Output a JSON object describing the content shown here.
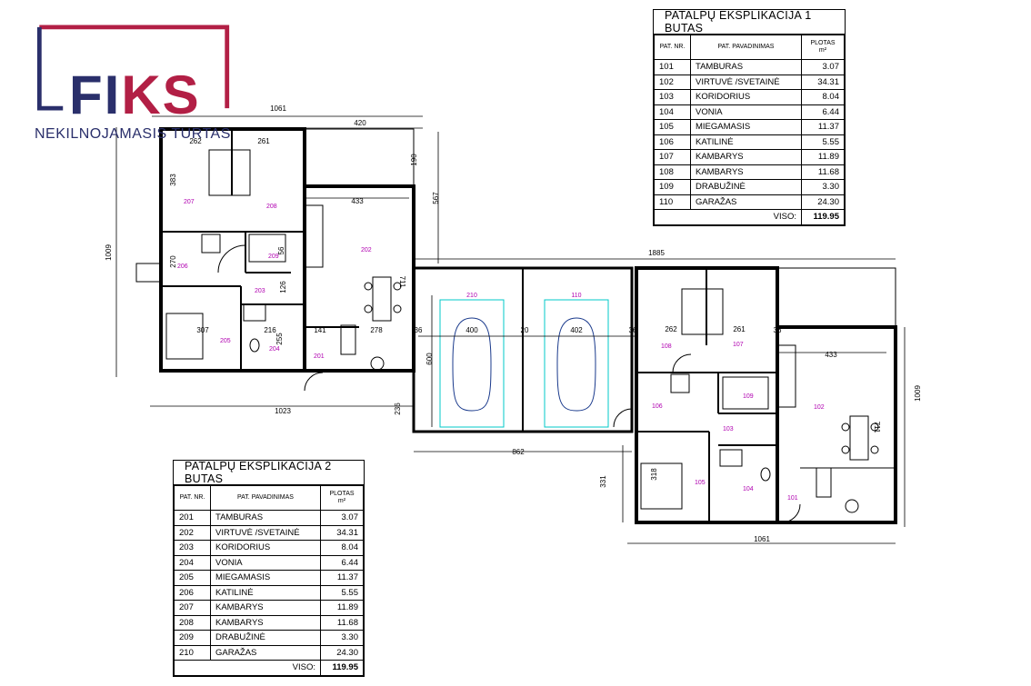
{
  "logo": {
    "brand": "FIKS",
    "subtitle": "NEKILNOJAMASIS TURTAS",
    "colors": {
      "primary": "#2a2f6b",
      "accent": "#b21f45"
    }
  },
  "table1": {
    "title": "PATALPŲ   EKSPLIKACIJA 1 BUTAS",
    "headers": [
      "PAT. NR.",
      "PAT. PAVADINIMAS",
      "PLOTAS m²"
    ],
    "rows": [
      [
        "101",
        "TAMBURAS",
        "3.07"
      ],
      [
        "102",
        "VIRTUVĖ /SVETAINĖ",
        "34.31"
      ],
      [
        "103",
        "KORIDORIUS",
        "8.04"
      ],
      [
        "104",
        "VONIA",
        "6.44"
      ],
      [
        "105",
        "MIEGAMASIS",
        "11.37"
      ],
      [
        "106",
        "KATILINĖ",
        "5.55"
      ],
      [
        "107",
        "KAMBARYS",
        "11.89"
      ],
      [
        "108",
        "KAMBARYS",
        "11.68"
      ],
      [
        "109",
        "DRABUŽINĖ",
        "3.30"
      ],
      [
        "110",
        "GARAŽAS",
        "24.30"
      ]
    ],
    "total_label": "VISO:",
    "total": "119.95"
  },
  "table2": {
    "title": "PATALPŲ   EKSPLIKACIJA 2 BUTAS",
    "headers": [
      "PAT. NR.",
      "PAT. PAVADINIMAS",
      "PLOTAS m²"
    ],
    "rows": [
      [
        "201",
        "TAMBURAS",
        "3.07"
      ],
      [
        "202",
        "VIRTUVĖ /SVETAINĖ",
        "34.31"
      ],
      [
        "203",
        "KORIDORIUS",
        "8.04"
      ],
      [
        "204",
        "VONIA",
        "6.44"
      ],
      [
        "205",
        "MIEGAMASIS",
        "11.37"
      ],
      [
        "206",
        "KATILINĖ",
        "5.55"
      ],
      [
        "207",
        "KAMBARYS",
        "11.89"
      ],
      [
        "208",
        "KAMBARYS",
        "11.68"
      ],
      [
        "209",
        "DRABUŽINĖ",
        "3.30"
      ],
      [
        "210",
        "GARAŽAS",
        "24.30"
      ]
    ],
    "total_label": "VISO:",
    "total": "119.95"
  },
  "plan": {
    "dimensions": {
      "d1061_top": "1061",
      "d420": "420",
      "d1009_left": "1009",
      "d1023": "1023",
      "d1885": "1885",
      "d862": "862",
      "d1061_bottom": "1061",
      "d1009_right": "1009",
      "d433_left": "433",
      "d433_right": "433",
      "d262_left": "262",
      "d261_left": "261",
      "d262_right": "262",
      "d261_right": "261",
      "d567": "567",
      "d190": "190",
      "d711_left": "711",
      "d711_right": "711",
      "d600": "600",
      "d400": "400",
      "d402": "402",
      "d307": "307",
      "d216": "216",
      "d278": "278",
      "d141": "141",
      "d331": "331",
      "d318": "318",
      "d383": "383",
      "d270": "270",
      "d126": "126",
      "d255": "255",
      "d236": "236",
      "d56": "56",
      "d20": "20",
      "d36a": "36",
      "d36b": "36",
      "d36c": "36"
    },
    "rooms": {
      "r201": "201",
      "r202": "202",
      "r203": "203",
      "r204": "204",
      "r205": "205",
      "r206": "206",
      "r207": "207",
      "r208": "208",
      "r209": "209",
      "r210": "210",
      "r101": "101",
      "r102": "102",
      "r103": "103",
      "r104": "104",
      "r105": "105",
      "r106": "106",
      "r107": "107",
      "r108": "108",
      "r109": "109",
      "r110": "110"
    },
    "colors": {
      "wall": "#000000",
      "room_tag": "#b000b0",
      "car": "#00c8c8",
      "car_outline": "#1a3a8c"
    }
  }
}
